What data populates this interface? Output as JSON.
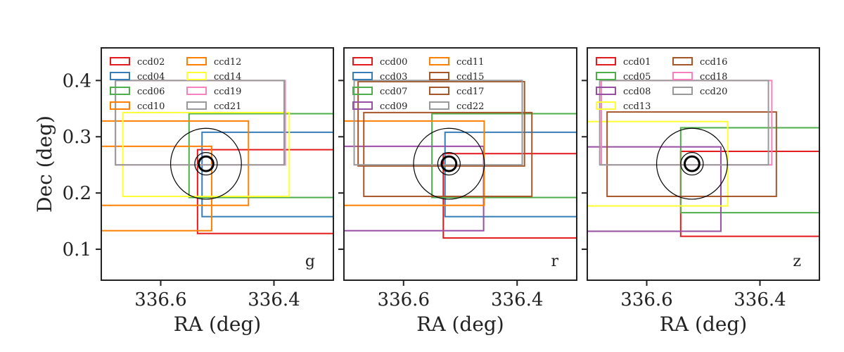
{
  "chart_data": [
    {
      "type": "rect",
      "band": "g",
      "xlabel": "RA (deg)",
      "ylabel": "Dec (deg)",
      "xlim": [
        336.705,
        336.295
      ],
      "ylim": [
        0.045,
        0.458
      ],
      "xticks": [
        336.6,
        336.4
      ],
      "xtick_labels": [
        "336.6",
        "336.4"
      ],
      "yticks": [
        0.1,
        0.2,
        0.3,
        0.4
      ],
      "ytick_labels": [
        "0.1",
        "0.2",
        "0.3",
        "0.4"
      ],
      "legend_position": "top-left",
      "legend_columns": 2,
      "target": {
        "ra": 336.52,
        "dec": 0.252
      },
      "target_circle_radii_deg": [
        0.013,
        0.02,
        0.063
      ],
      "series": [
        {
          "name": "ccd02",
          "color": "#e41a1c",
          "ra_min": 336.295,
          "ra_max": 336.535,
          "dec_min": 0.128,
          "dec_max": 0.277
        },
        {
          "name": "ccd04",
          "color": "#377eb8",
          "ra_min": 336.295,
          "ra_max": 336.527,
          "dec_min": 0.158,
          "dec_max": 0.308
        },
        {
          "name": "ccd06",
          "color": "#4daf4a",
          "ra_min": 336.295,
          "ra_max": 336.55,
          "dec_min": 0.192,
          "dec_max": 0.341
        },
        {
          "name": "ccd10",
          "color": "#ff7f00",
          "ra_min": 336.445,
          "ra_max": 336.705,
          "dec_min": 0.178,
          "dec_max": 0.328
        },
        {
          "name": "ccd12",
          "color": "#ff7f00",
          "ra_min": 336.51,
          "ra_max": 336.705,
          "dec_min": 0.133,
          "dec_max": 0.283
        },
        {
          "name": "ccd14",
          "color": "#ffff33",
          "ra_min": 336.373,
          "ra_max": 336.667,
          "dec_min": 0.194,
          "dec_max": 0.343
        },
        {
          "name": "ccd19",
          "color": "#f781bf",
          "ra_min": 336.38,
          "ra_max": 336.68,
          "dec_min": 0.25,
          "dec_max": 0.4
        },
        {
          "name": "ccd21",
          "color": "#999999",
          "ra_min": 336.382,
          "ra_max": 336.68,
          "dec_min": 0.25,
          "dec_max": 0.4
        }
      ]
    },
    {
      "type": "rect",
      "band": "r",
      "xlabel": "RA (deg)",
      "ylabel": "",
      "xlim": [
        336.705,
        336.295
      ],
      "ylim": [
        0.045,
        0.458
      ],
      "xticks": [
        336.6,
        336.4
      ],
      "xtick_labels": [
        "336.6",
        "336.4"
      ],
      "yticks": [
        0.1,
        0.2,
        0.3,
        0.4
      ],
      "ytick_labels": [],
      "legend_position": "top-left",
      "legend_columns": 2,
      "target": {
        "ra": 336.52,
        "dec": 0.252
      },
      "target_circle_radii_deg": [
        0.013,
        0.02,
        0.063
      ],
      "series": [
        {
          "name": "ccd00",
          "color": "#e41a1c",
          "ra_min": 336.295,
          "ra_max": 336.53,
          "dec_min": 0.12,
          "dec_max": 0.27
        },
        {
          "name": "ccd03",
          "color": "#377eb8",
          "ra_min": 336.295,
          "ra_max": 336.527,
          "dec_min": 0.158,
          "dec_max": 0.308
        },
        {
          "name": "ccd07",
          "color": "#4daf4a",
          "ra_min": 336.295,
          "ra_max": 336.55,
          "dec_min": 0.192,
          "dec_max": 0.341
        },
        {
          "name": "ccd09",
          "color": "#984ea3",
          "ra_min": 336.459,
          "ra_max": 336.705,
          "dec_min": 0.133,
          "dec_max": 0.283
        },
        {
          "name": "ccd11",
          "color": "#ff7f00",
          "ra_min": 336.458,
          "ra_max": 336.705,
          "dec_min": 0.178,
          "dec_max": 0.328
        },
        {
          "name": "ccd15",
          "color": "#a65628",
          "ra_min": 336.374,
          "ra_max": 336.67,
          "dec_min": 0.194,
          "dec_max": 0.343
        },
        {
          "name": "ccd17",
          "color": "#a65628",
          "ra_min": 336.387,
          "ra_max": 336.68,
          "dec_min": 0.248,
          "dec_max": 0.398
        },
        {
          "name": "ccd22",
          "color": "#999999",
          "ra_min": 336.391,
          "ra_max": 336.687,
          "dec_min": 0.25,
          "dec_max": 0.4
        }
      ]
    },
    {
      "type": "rect",
      "band": "z",
      "xlabel": "RA (deg)",
      "ylabel": "",
      "xlim": [
        336.705,
        336.295
      ],
      "ylim": [
        0.045,
        0.458
      ],
      "xticks": [
        336.6,
        336.4
      ],
      "xtick_labels": [
        "336.6",
        "336.4"
      ],
      "yticks": [
        0.1,
        0.2,
        0.3,
        0.4
      ],
      "ytick_labels": [],
      "legend_position": "top-left",
      "legend_columns": 2,
      "target": {
        "ra": 336.52,
        "dec": 0.252
      },
      "target_circle_radii_deg": [
        0.013,
        0.02,
        0.063
      ],
      "series": [
        {
          "name": "ccd01",
          "color": "#e41a1c",
          "ra_min": 336.295,
          "ra_max": 336.54,
          "dec_min": 0.123,
          "dec_max": 0.274
        },
        {
          "name": "ccd05",
          "color": "#4daf4a",
          "ra_min": 336.295,
          "ra_max": 336.54,
          "dec_min": 0.165,
          "dec_max": 0.316
        },
        {
          "name": "ccd08",
          "color": "#984ea3",
          "ra_min": 336.469,
          "ra_max": 336.705,
          "dec_min": 0.132,
          "dec_max": 0.282
        },
        {
          "name": "ccd13",
          "color": "#ffff33",
          "ra_min": 336.457,
          "ra_max": 336.705,
          "dec_min": 0.177,
          "dec_max": 0.327
        },
        {
          "name": "ccd16",
          "color": "#a65628",
          "ra_min": 336.371,
          "ra_max": 336.67,
          "dec_min": 0.194,
          "dec_max": 0.344
        },
        {
          "name": "ccd18",
          "color": "#f781bf",
          "ra_min": 336.379,
          "ra_max": 336.68,
          "dec_min": 0.25,
          "dec_max": 0.4
        },
        {
          "name": "ccd20",
          "color": "#999999",
          "ra_min": 336.385,
          "ra_max": 336.683,
          "dec_min": 0.25,
          "dec_max": 0.4
        }
      ]
    }
  ]
}
